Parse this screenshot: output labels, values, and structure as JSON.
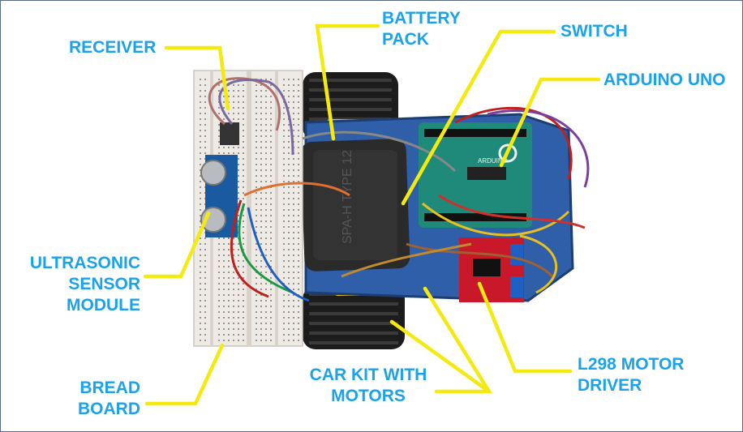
{
  "diagram": {
    "colors": {
      "label": "#1aa3e8",
      "leader": "#f4ea10",
      "border": "#5a6c84"
    },
    "labels": {
      "receiver": [
        "RECEIVER"
      ],
      "battery": [
        "BATTERY",
        "PACK"
      ],
      "switch": [
        "SWITCH"
      ],
      "arduino": [
        "ARDUINO UNO"
      ],
      "ultrasonic": [
        "ULTRASONIC",
        "SENSOR",
        "MODULE"
      ],
      "bread": [
        "BREAD",
        "BOARD"
      ],
      "car": [
        "CAR KIT WITH",
        "MOTORS"
      ],
      "l298": [
        "L298 MOTOR",
        "DRIVER"
      ]
    },
    "photo_text": {
      "battery_case": "SPA-H TYPE 12"
    }
  }
}
